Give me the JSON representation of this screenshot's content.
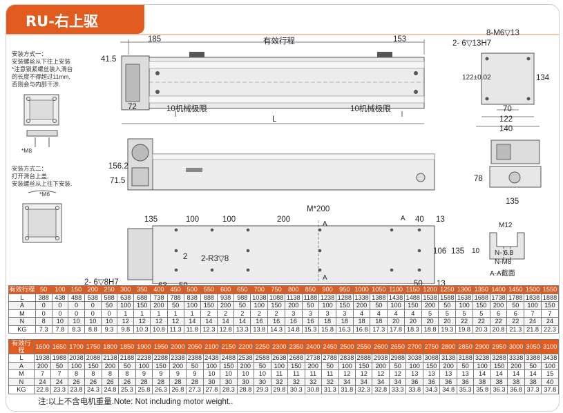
{
  "title": "RU-右上驱",
  "install": {
    "method1": [
      "安装方式一：",
      "安装螺丝从下往上安装",
      "*注意锁紧螺丝装入滑台",
      "的长度不得超过11mm,",
      "否则会与内部干涉."
    ],
    "method1_screw": "*M8",
    "method2": [
      "安装方式二：",
      "打开滑台上盖,",
      "安装螺丝从上往下安装."
    ],
    "method2_screw": "*M6"
  },
  "dims": {
    "d185": "185",
    "stroke": "有效行程",
    "d153": "153",
    "d41_5": "41.5",
    "d72": "72",
    "limit_left": "10机械极限",
    "limit_right": "10机械极限",
    "L": "L",
    "d8m6": "8-M6▽13",
    "d2_6": "2- 6▽13H7",
    "d122tol": "122±0.02",
    "d134": "134",
    "d70": "70",
    "d122": "122",
    "d140": "140",
    "d156_2": "156.2",
    "d71_5": "71.5",
    "d78": "78",
    "d135side": "135",
    "m200": "M*200",
    "d135": "135",
    "d100a": "100",
    "d100b": "100",
    "d200": "200",
    "dA1": "A",
    "d40": "40",
    "d13a": "13",
    "dA2": "A",
    "dA3": "A",
    "d106": "106",
    "d135r": "135",
    "d2a": "2",
    "r3": "2-R3▽8",
    "d2_6_8": "2- 6▽8H7",
    "d63": "63",
    "d50a": "50",
    "d50b": "50",
    "d13b": "13",
    "m12": "M12",
    "d10": "10",
    "n68": "N-  6.8",
    "nm8": "N-M8",
    "aa": "A-A截面"
  },
  "table1": {
    "headers": [
      "有效行程",
      "50",
      "100",
      "150",
      "200",
      "250",
      "300",
      "350",
      "400",
      "450",
      "500",
      "550",
      "600",
      "650",
      "700",
      "750",
      "800",
      "850",
      "900",
      "950",
      "1000",
      "1050",
      "1100",
      "1150",
      "1200",
      "1250",
      "1300",
      "1350",
      "1400",
      "1450",
      "1500",
      "1550"
    ],
    "rows": [
      [
        "L",
        "388",
        "438",
        "488",
        "538",
        "588",
        "638",
        "688",
        "738",
        "788",
        "838",
        "888",
        "938",
        "988",
        "1038",
        "1088",
        "1138",
        "1188",
        "1238",
        "1288",
        "1338",
        "1388",
        "1438",
        "1488",
        "1538",
        "1588",
        "1638",
        "1688",
        "1738",
        "1788",
        "1838",
        "1888"
      ],
      [
        "A",
        "0",
        "0",
        "0",
        "0",
        "50",
        "100",
        "150",
        "200",
        "50",
        "100",
        "150",
        "200",
        "50",
        "100",
        "150",
        "200",
        "50",
        "100",
        "150",
        "200",
        "50",
        "100",
        "150",
        "200",
        "50",
        "100",
        "150",
        "200",
        "50",
        "100",
        "150"
      ],
      [
        "M",
        "0",
        "0",
        "0",
        "0",
        "0",
        "1",
        "1",
        "1",
        "1",
        "1",
        "2",
        "2",
        "2",
        "2",
        "2",
        "3",
        "3",
        "3",
        "3",
        "4",
        "4",
        "4",
        "4",
        "5",
        "5",
        "5",
        "5",
        "6",
        "6",
        "7",
        "7"
      ],
      [
        "N",
        "8",
        "10",
        "10",
        "10",
        "10",
        "12",
        "12",
        "12",
        "12",
        "14",
        "14",
        "14",
        "14",
        "16",
        "16",
        "16",
        "16",
        "18",
        "18",
        "18",
        "18",
        "20",
        "20",
        "20",
        "20",
        "22",
        "22",
        "22",
        "22",
        "24",
        "24"
      ],
      [
        "KG",
        "7.3",
        "7.8",
        "8.3",
        "8.8",
        "9.3",
        "9.8",
        "10.3",
        "10.8",
        "11.3",
        "11.8",
        "12.3",
        "12.8",
        "13.3",
        "13.8",
        "14.3",
        "14.8",
        "15.3",
        "15.8",
        "16.3",
        "16.8",
        "17.3",
        "17.8",
        "18.3",
        "18.8",
        "19.3",
        "19.8",
        "20.3",
        "20.8",
        "21.3",
        "21.8",
        "22.3"
      ]
    ]
  },
  "table2": {
    "headers": [
      "有效行程",
      "1600",
      "1650",
      "1700",
      "1750",
      "1800",
      "1850",
      "1900",
      "1950",
      "2000",
      "2050",
      "2100",
      "2150",
      "2200",
      "2250",
      "2300",
      "2350",
      "2400",
      "2450",
      "2500",
      "2550",
      "2600",
      "2650",
      "2700",
      "2750",
      "2800",
      "2850",
      "2900",
      "2950",
      "3000",
      "3050",
      "3100"
    ],
    "rows": [
      [
        "L",
        "1938",
        "1988",
        "2038",
        "2088",
        "2138",
        "2188",
        "2238",
        "2288",
        "2338",
        "2388",
        "2438",
        "2488",
        "2538",
        "2588",
        "2638",
        "2688",
        "2738",
        "2788",
        "2838",
        "2888",
        "2938",
        "2988",
        "3038",
        "3088",
        "3138",
        "3188",
        "3238",
        "3288",
        "3338",
        "3388",
        "3438"
      ],
      [
        "A",
        "200",
        "50",
        "100",
        "150",
        "200",
        "50",
        "100",
        "150",
        "200",
        "50",
        "100",
        "150",
        "200",
        "50",
        "100",
        "150",
        "200",
        "50",
        "100",
        "150",
        "200",
        "50",
        "100",
        "150",
        "200",
        "50",
        "100",
        "150",
        "200",
        "50",
        "100"
      ],
      [
        "M",
        "7",
        "7",
        "8",
        "8",
        "8",
        "8",
        "9",
        "9",
        "9",
        "9",
        "10",
        "10",
        "10",
        "10",
        "11",
        "11",
        "11",
        "11",
        "12",
        "12",
        "12",
        "12",
        "13",
        "13",
        "13",
        "13",
        "14",
        "14",
        "14",
        "14",
        "15"
      ],
      [
        "N",
        "24",
        "24",
        "26",
        "26",
        "26",
        "26",
        "28",
        "28",
        "28",
        "28",
        "30",
        "30",
        "30",
        "30",
        "32",
        "32",
        "32",
        "32",
        "34",
        "34",
        "34",
        "34",
        "36",
        "36",
        "36",
        "36",
        "38",
        "38",
        "38",
        "38",
        "40"
      ],
      [
        "KG",
        "22.8",
        "23.3",
        "23.8",
        "24.3",
        "24.8",
        "25.3",
        "25.8",
        "26.3",
        "26.8",
        "27.3",
        "27.8",
        "28.3",
        "28.8",
        "29.3",
        "29.8",
        "30.3",
        "30.8",
        "31.3",
        "31.8",
        "32.3",
        "32.8",
        "33.3",
        "33.8",
        "34.3",
        "34.8",
        "35.3",
        "35.8",
        "36.3",
        "36.8",
        "37.3",
        "37.8"
      ]
    ]
  },
  "footnote": "注:以上不含电机重量.Note: Not including motor weight..",
  "colors": {
    "brand": "#e15a1e",
    "line": "#555555",
    "body": "#e6e6e6"
  }
}
